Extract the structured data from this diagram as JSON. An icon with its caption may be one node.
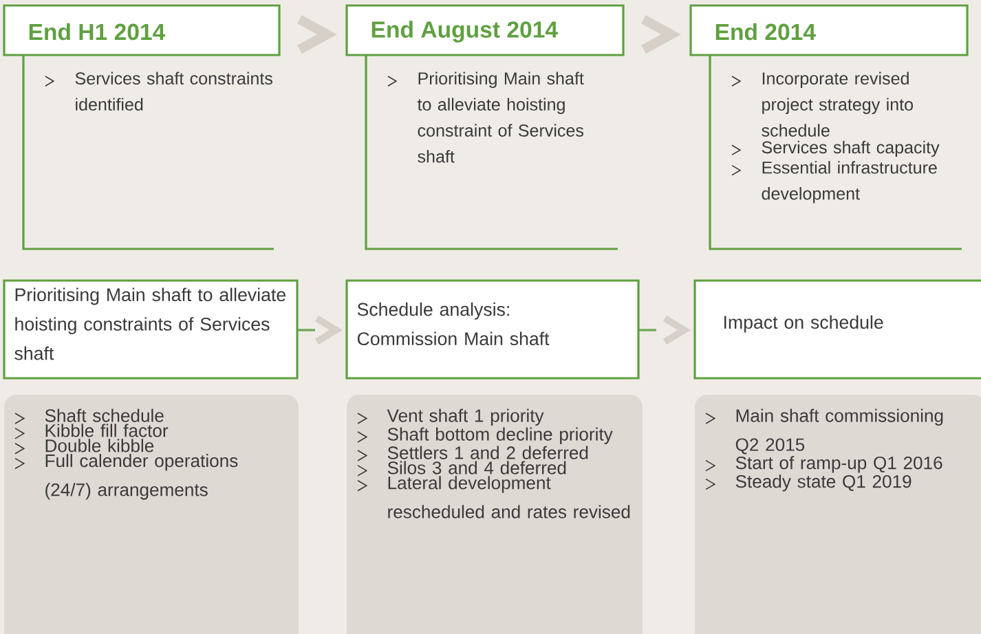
{
  "diagram": {
    "nodes": [
      {
        "text": [
          "End H1 2014",
          "Services shaft constraints identified"
        ]
      },
      {
        "text": [
          "End August 2014",
          "Prioritising Main shaft to alleviate hoisting constraint of Services shaft"
        ]
      },
      {
        "text": [
          "End 2014",
          "Incorporate revised project strategy into schedule",
          "Services shaft capacity",
          "Essential infrastructure development"
        ]
      },
      {
        "text": [
          "Prioritising Main shaft to alleviate hoisting constraints of Services shaft"
        ]
      },
      {
        "text": [
          "Shaft schedule",
          "Kibble fill factor",
          "Double kibble",
          "Full calender operations (24/7) arrangements"
        ]
      },
      {
        "text": [
          "Schedule analysis: Commission Main shaft"
        ]
      },
      {
        "text": [
          "Vent shaft 1 priority",
          "Shaft bottom decline priority",
          "Settlers 1 and 2 deferred",
          "Silos 3 and 4 deferred",
          "Lateral development rescheduled and rates revised"
        ]
      },
      {
        "text": [
          "Impact on schedule"
        ]
      },
      {
        "text": [
          "Main shaft commissioning Q2 2015",
          "Start of ramp-up Q1 2016",
          "Steady state Q1 2019"
        ]
      }
    ],
    "edges": [
      {
        "from": 0,
        "to": 1,
        "arrow": "to"
      },
      {
        "from": 1,
        "to": 2,
        "arrow": "to"
      },
      {
        "from": 3,
        "to": 5,
        "arrow": "to"
      },
      {
        "from": 5,
        "to": 7,
        "arrow": "to"
      }
    ]
  }
}
